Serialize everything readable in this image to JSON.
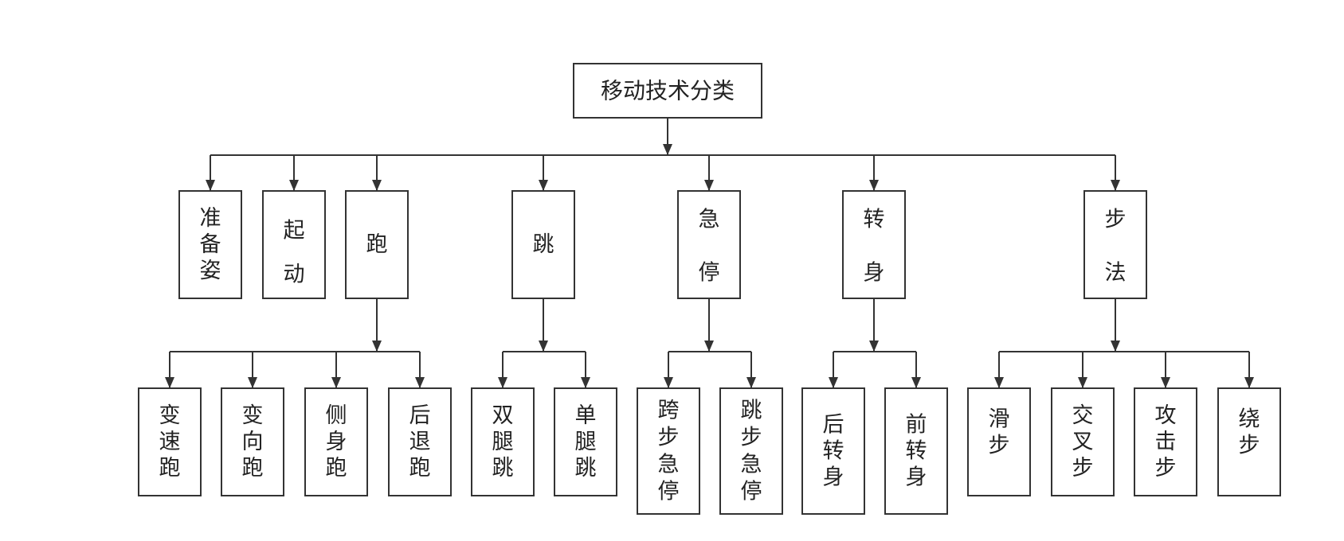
{
  "root": {
    "id": "root",
    "label": "移动技术分类"
  },
  "categories": [
    {
      "id": "c1",
      "chars": [
        "准",
        "备",
        "姿"
      ],
      "children": []
    },
    {
      "id": "c2",
      "chars": [
        "起",
        "动"
      ],
      "children": []
    },
    {
      "id": "c3",
      "chars": [
        "跑"
      ],
      "children": [
        {
          "id": "c3a",
          "chars": [
            "变",
            "速",
            "跑"
          ]
        },
        {
          "id": "c3b",
          "chars": [
            "变",
            "向",
            "跑"
          ]
        },
        {
          "id": "c3c",
          "chars": [
            "侧",
            "身",
            "跑"
          ]
        },
        {
          "id": "c3d",
          "chars": [
            "后",
            "退",
            "跑"
          ]
        }
      ]
    },
    {
      "id": "c4",
      "chars": [
        "跳"
      ],
      "children": [
        {
          "id": "c4a",
          "chars": [
            "双",
            "腿",
            "跳"
          ]
        },
        {
          "id": "c4b",
          "chars": [
            "单",
            "腿",
            "跳"
          ]
        }
      ]
    },
    {
      "id": "c5",
      "chars": [
        "急",
        "停"
      ],
      "children": [
        {
          "id": "c5a",
          "chars": [
            "跨",
            "步",
            "急",
            "停"
          ]
        },
        {
          "id": "c5b",
          "chars": [
            "跳",
            "步",
            "急",
            "停"
          ]
        }
      ]
    },
    {
      "id": "c6",
      "chars": [
        "转",
        "身"
      ],
      "children": [
        {
          "id": "c6a",
          "chars": [
            "后",
            "转",
            "身"
          ]
        },
        {
          "id": "c6b",
          "chars": [
            "前",
            "转",
            "身"
          ]
        }
      ]
    },
    {
      "id": "c7",
      "chars": [
        "步",
        "法"
      ],
      "children": [
        {
          "id": "c7a",
          "chars": [
            "滑",
            "步"
          ]
        },
        {
          "id": "c7b",
          "chars": [
            "交",
            "叉",
            "步"
          ]
        },
        {
          "id": "c7c",
          "chars": [
            "攻",
            "击",
            "步"
          ]
        },
        {
          "id": "c7d",
          "chars": [
            "绕",
            "步"
          ]
        }
      ]
    }
  ]
}
